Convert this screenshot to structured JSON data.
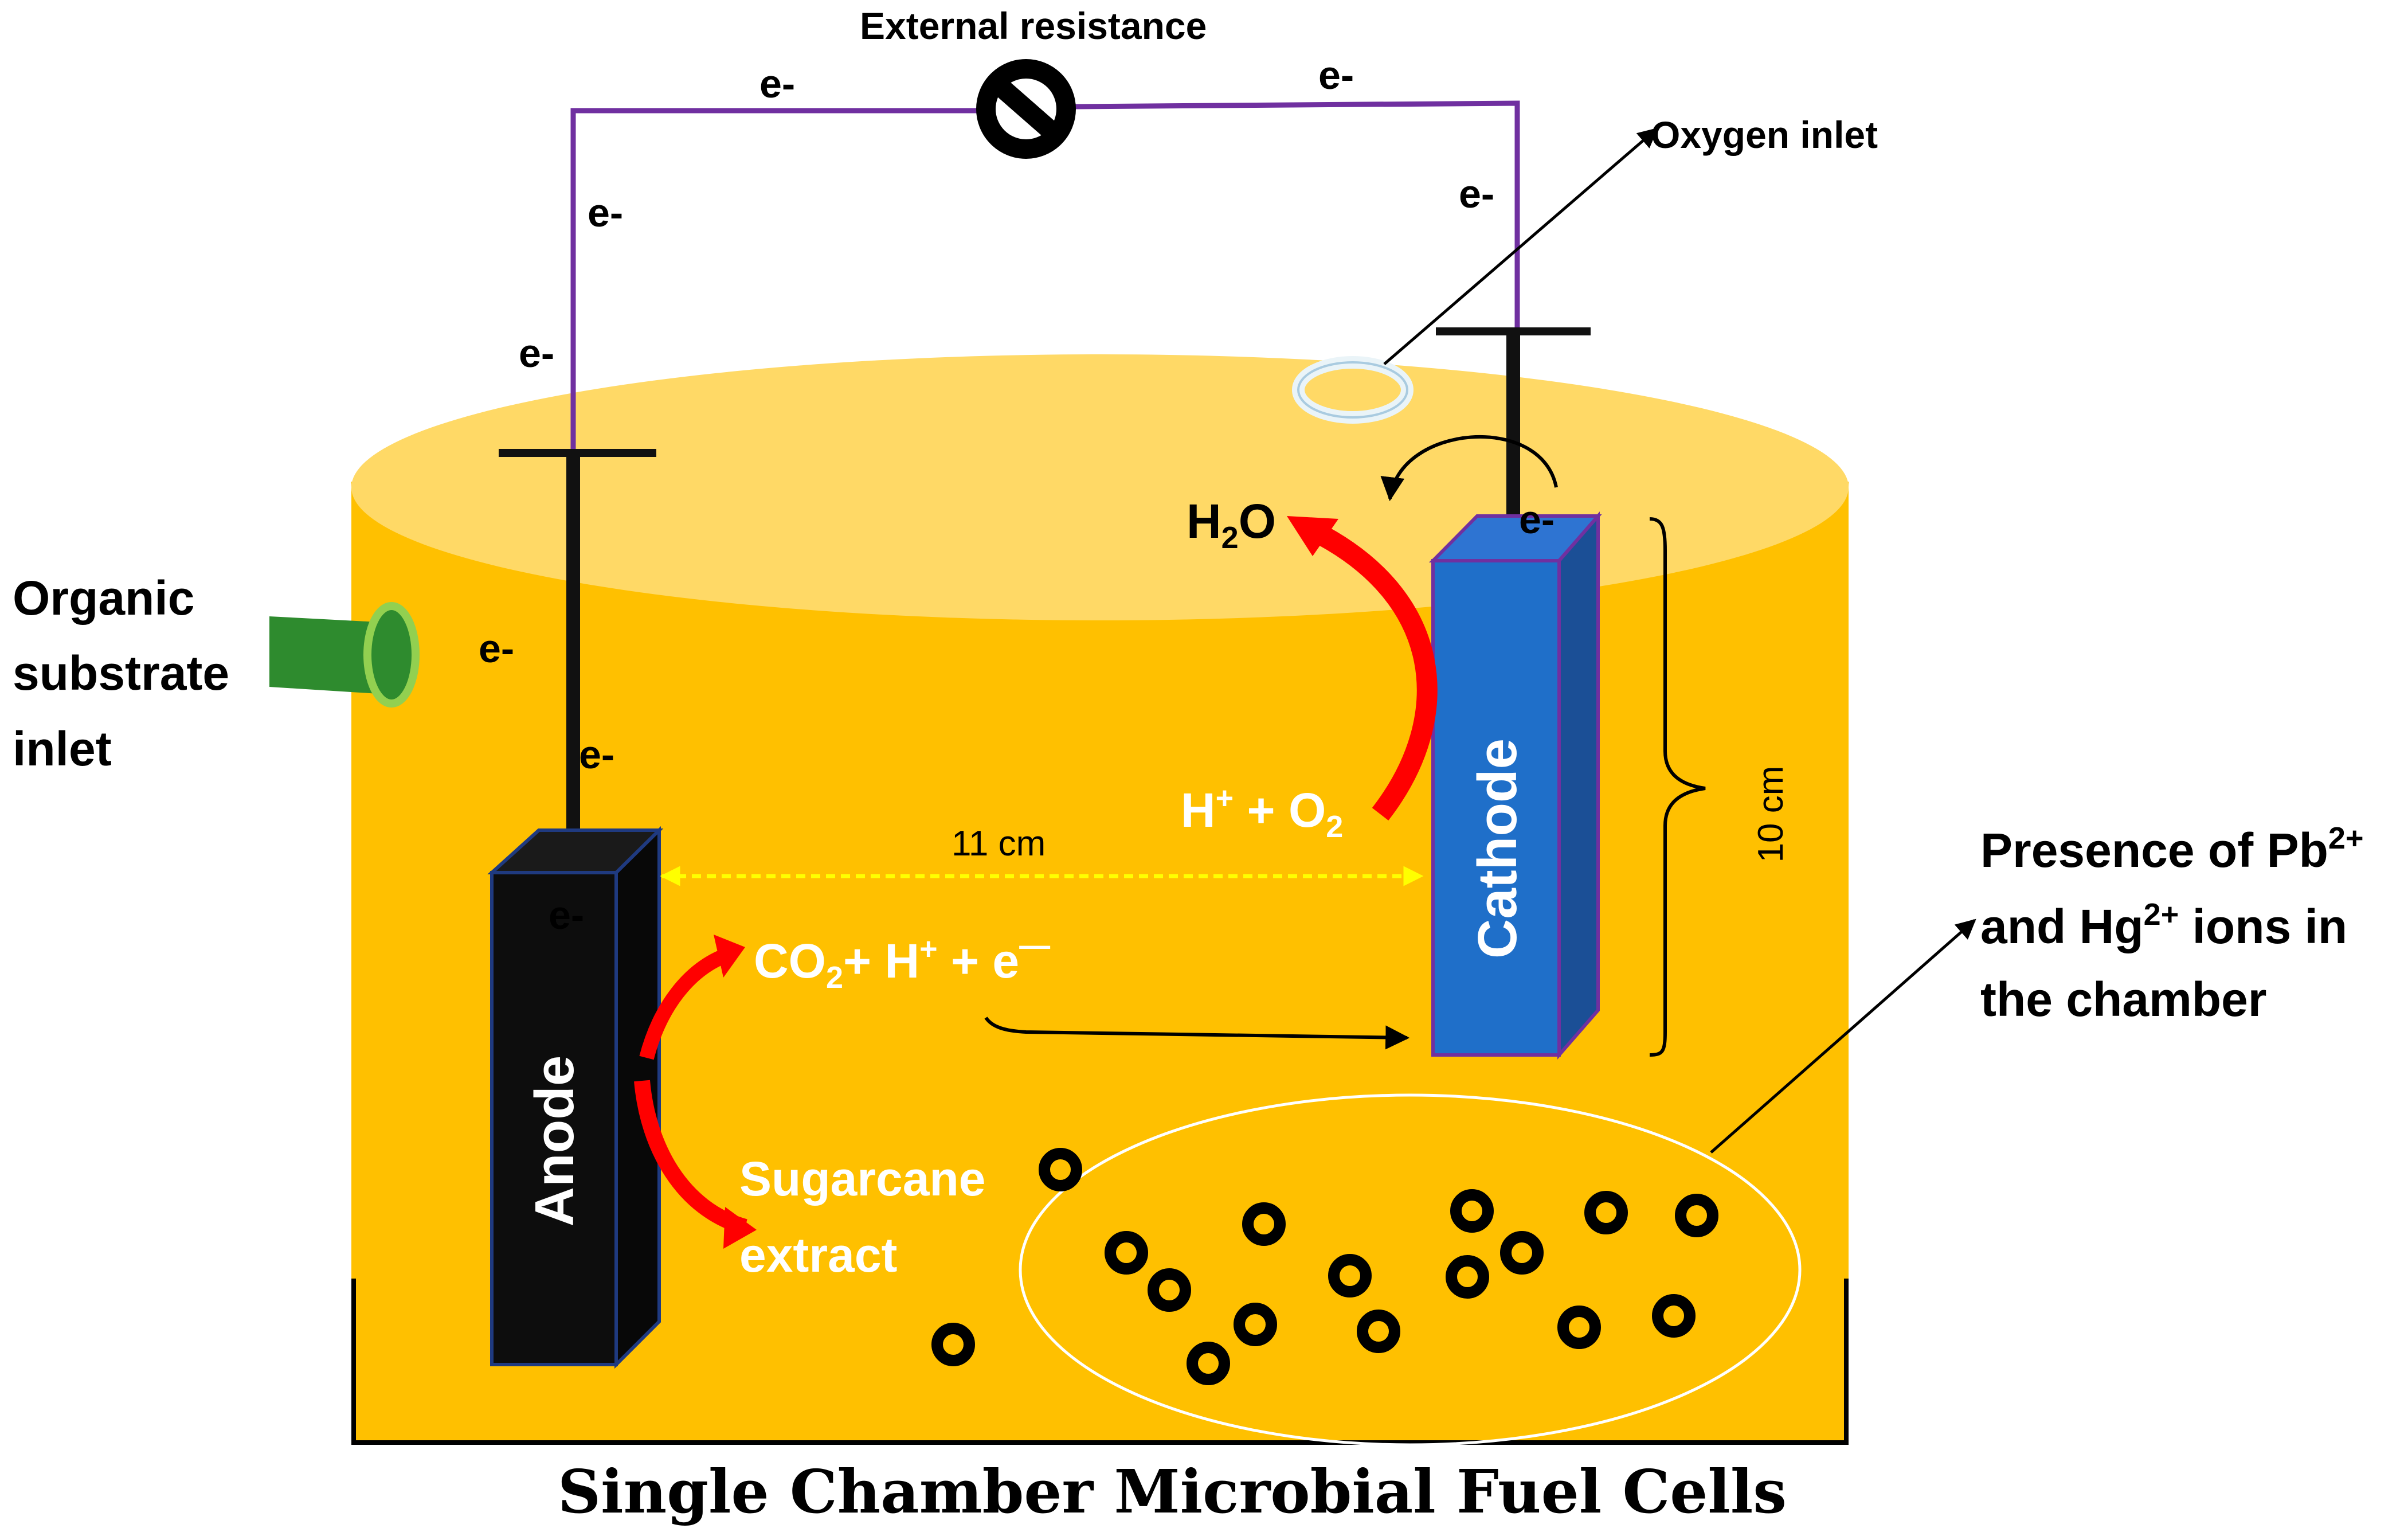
{
  "labels": {
    "external_resistance": "External resistance",
    "oxygen_inlet": "Oxygen inlet",
    "organic_line1": "Organic",
    "organic_line2": "substrate",
    "organic_line3": "inlet",
    "anode": "Anode",
    "cathode": "Cathode",
    "distance": "11 cm",
    "height": "10 cm",
    "h2o_h": "H",
    "h2o_sub": "2",
    "h2o_o": "O",
    "hplus_h": "H",
    "hplus_sup": "+",
    "hplus_o2": " + O",
    "hplus_sub": "2",
    "co2_c": "CO",
    "co2_sub": "2",
    "co2_rest": "+ H",
    "co2_sup": "+",
    "co2_e": " + e",
    "co2_sup2": "—",
    "sugar_line1": "Sugarcane",
    "sugar_line2": "extract",
    "ions_l1_a": "Presence of Pb",
    "ions_l1_sup": "2+",
    "ions_l2_a": "and Hg",
    "ions_l2_sup": "2+",
    "ions_l2_b": " ions in",
    "ions_l3": "the chamber",
    "title": "Single Chamber Microbial Fuel Cells"
  },
  "electron_label": "e-",
  "colors": {
    "liquid": "#FFC000",
    "liquid_top": "#FFD966",
    "anode": "#0D0D0D",
    "cathode": "#1F6FC9",
    "wire": "#7030A0",
    "reaction_arrow": "#FF0000",
    "substrate_pipe": "#2E8B2E",
    "guide_line": "#FFFF00"
  }
}
